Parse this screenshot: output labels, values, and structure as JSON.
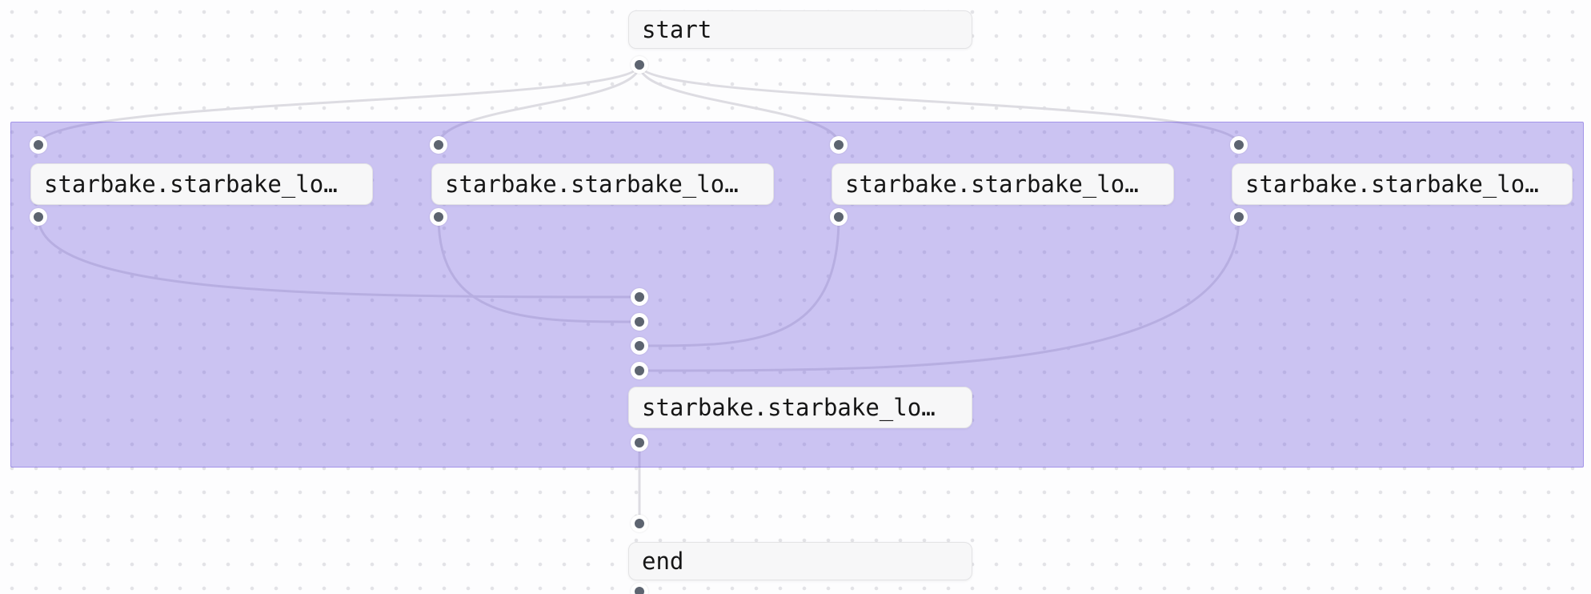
{
  "colors": {
    "canvas_bg": "#fdfdfe",
    "grid_dot": "#e3e3e7",
    "edge": "#dddce2",
    "cluster_fill": "rgba(122,100,224,0.38)",
    "cluster_border": "rgba(122,100,224,0.5)",
    "node_bg": "#f7f7f8",
    "node_border": "#e3e3e5",
    "port_fill": "#5d6470"
  },
  "nodes": {
    "start": {
      "label": "start"
    },
    "end": {
      "label": "end"
    },
    "tasks": [
      {
        "label": "starbake.starbake_lo…"
      },
      {
        "label": "starbake.starbake_lo…"
      },
      {
        "label": "starbake.starbake_lo…"
      },
      {
        "label": "starbake.starbake_lo…"
      },
      {
        "label": "starbake.starbake_lo…"
      }
    ]
  }
}
